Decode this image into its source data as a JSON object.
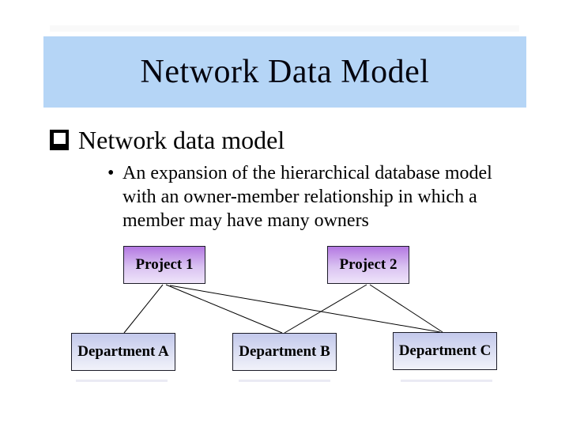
{
  "slide": {
    "title": "Network Data Model"
  },
  "content": {
    "heading": "Network data model",
    "sub_bullet": {
      "marker": "•",
      "lines": [
        "An expansion of the hierarchical database model",
        "with an owner-member relationship in which a",
        "member may have many owners"
      ]
    }
  },
  "diagram": {
    "projects": [
      {
        "label": "Project 1"
      },
      {
        "label": "Project 2"
      }
    ],
    "departments": [
      {
        "label": "Department A"
      },
      {
        "label": "Department B"
      },
      {
        "label": "Department C"
      }
    ],
    "edges": [
      {
        "from": "Project 1",
        "to": "Department A"
      },
      {
        "from": "Project 1",
        "to": "Department B"
      },
      {
        "from": "Project 1",
        "to": "Department C"
      },
      {
        "from": "Project 2",
        "to": "Department B"
      },
      {
        "from": "Project 2",
        "to": "Department C"
      }
    ],
    "colors": {
      "title_banner": "#b5d5f6",
      "project_gradient_top": "#b478e2",
      "project_gradient_bottom": "#efe4fa",
      "department_gradient_top": "#c3c9ec",
      "department_gradient_bottom": "#f1f2fa",
      "connector": "#000000",
      "text": "#000000"
    }
  }
}
